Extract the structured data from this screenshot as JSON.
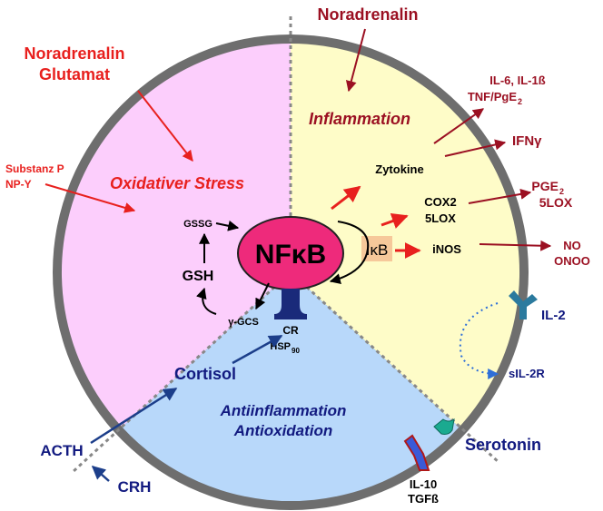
{
  "colors": {
    "ring": "#6e6e6e",
    "oxidative_sector": "#fccefc",
    "inflammation_sector": "#fefcc8",
    "anti_sector": "#b8d8fa",
    "nfkb_fill": "#ee2a7b",
    "red": "#e8201e",
    "dark_red": "#9b1022",
    "navy": "#121a80",
    "blue_arrow": "#1c3e8a",
    "ikb_box": "#f6c89a"
  },
  "center": {
    "nfkb": "NFκB",
    "cr": "CR",
    "hsp": "HSP",
    "hsp_sub": "90"
  },
  "oxidative": {
    "title": "Oxidativer Stress",
    "gssg": "GSSG",
    "gsh": "GSH",
    "ggcs": "γ-GCS"
  },
  "inflammation": {
    "title": "Inflammation",
    "zytokine": "Zytokine",
    "cox2": "COX2",
    "lox": "5LOX",
    "ikb": "IκB",
    "inos": "iNOS"
  },
  "anti": {
    "cortisol": "Cortisol",
    "line1": "Antiinflammation",
    "line2": "Antioxidation"
  },
  "outside": {
    "noradrenalin_top": "Noradrenalin",
    "noradrenalin_left": "Noradrenalin",
    "glutamat": "Glutamat",
    "substanz_p": "Substanz P",
    "npy": "NP-Y",
    "il6": "IL-6, IL-1ß",
    "tnf": "TNF/PgE",
    "tnf_sub": "2",
    "ifn": "IFNγ",
    "pge": "PGE",
    "pge_sub": "2",
    "lox_out": "5LOX",
    "no": "NO",
    "onoo": "ONOO",
    "il2": "IL-2",
    "sil2r": "sIL-2R",
    "serotonin": "Serotonin",
    "il10": "IL-10",
    "tgf": "TGFß",
    "acth": "ACTH",
    "crh": "CRH"
  }
}
